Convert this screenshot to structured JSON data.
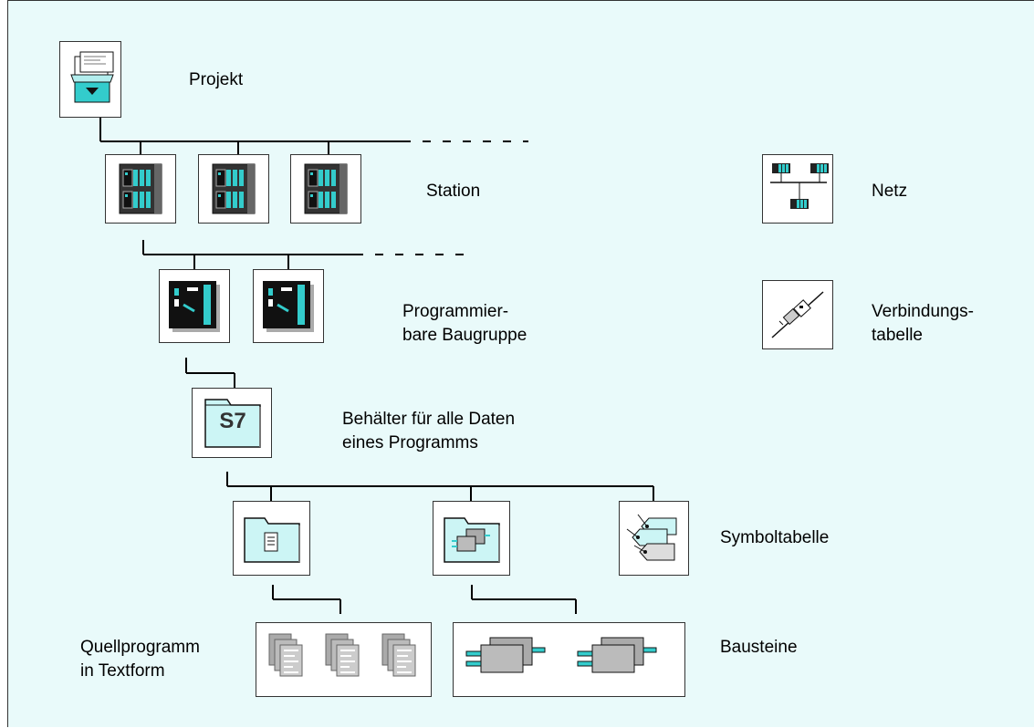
{
  "labels": {
    "projekt": "Projekt",
    "station": "Station",
    "netz": "Netz",
    "baugruppe_1": "Programmier-",
    "baugruppe_2": "bare Baugruppe",
    "verbindung_1": "Verbindungs-",
    "verbindung_2": "tabelle",
    "behaelter_1": "Behälter für alle Daten",
    "behaelter_2": "eines Programms",
    "s7": "S7",
    "symboltabelle": "Symboltabelle",
    "quell_1": "Quellprogramm",
    "quell_2": "in Textform",
    "bausteine": "Bausteine"
  },
  "colors": {
    "background": "#e9fafa",
    "accent": "#33cccc",
    "light_accent": "#ccf5f5",
    "dark": "#111111",
    "gray": "#a6a6a6"
  },
  "icons": [
    "project-icon",
    "station-icon",
    "network-icon",
    "module-icon",
    "connection-icon",
    "s7-program-icon",
    "source-folder-icon",
    "blocks-folder-icon",
    "symbol-table-icon",
    "source-file-icon",
    "block-icon"
  ]
}
